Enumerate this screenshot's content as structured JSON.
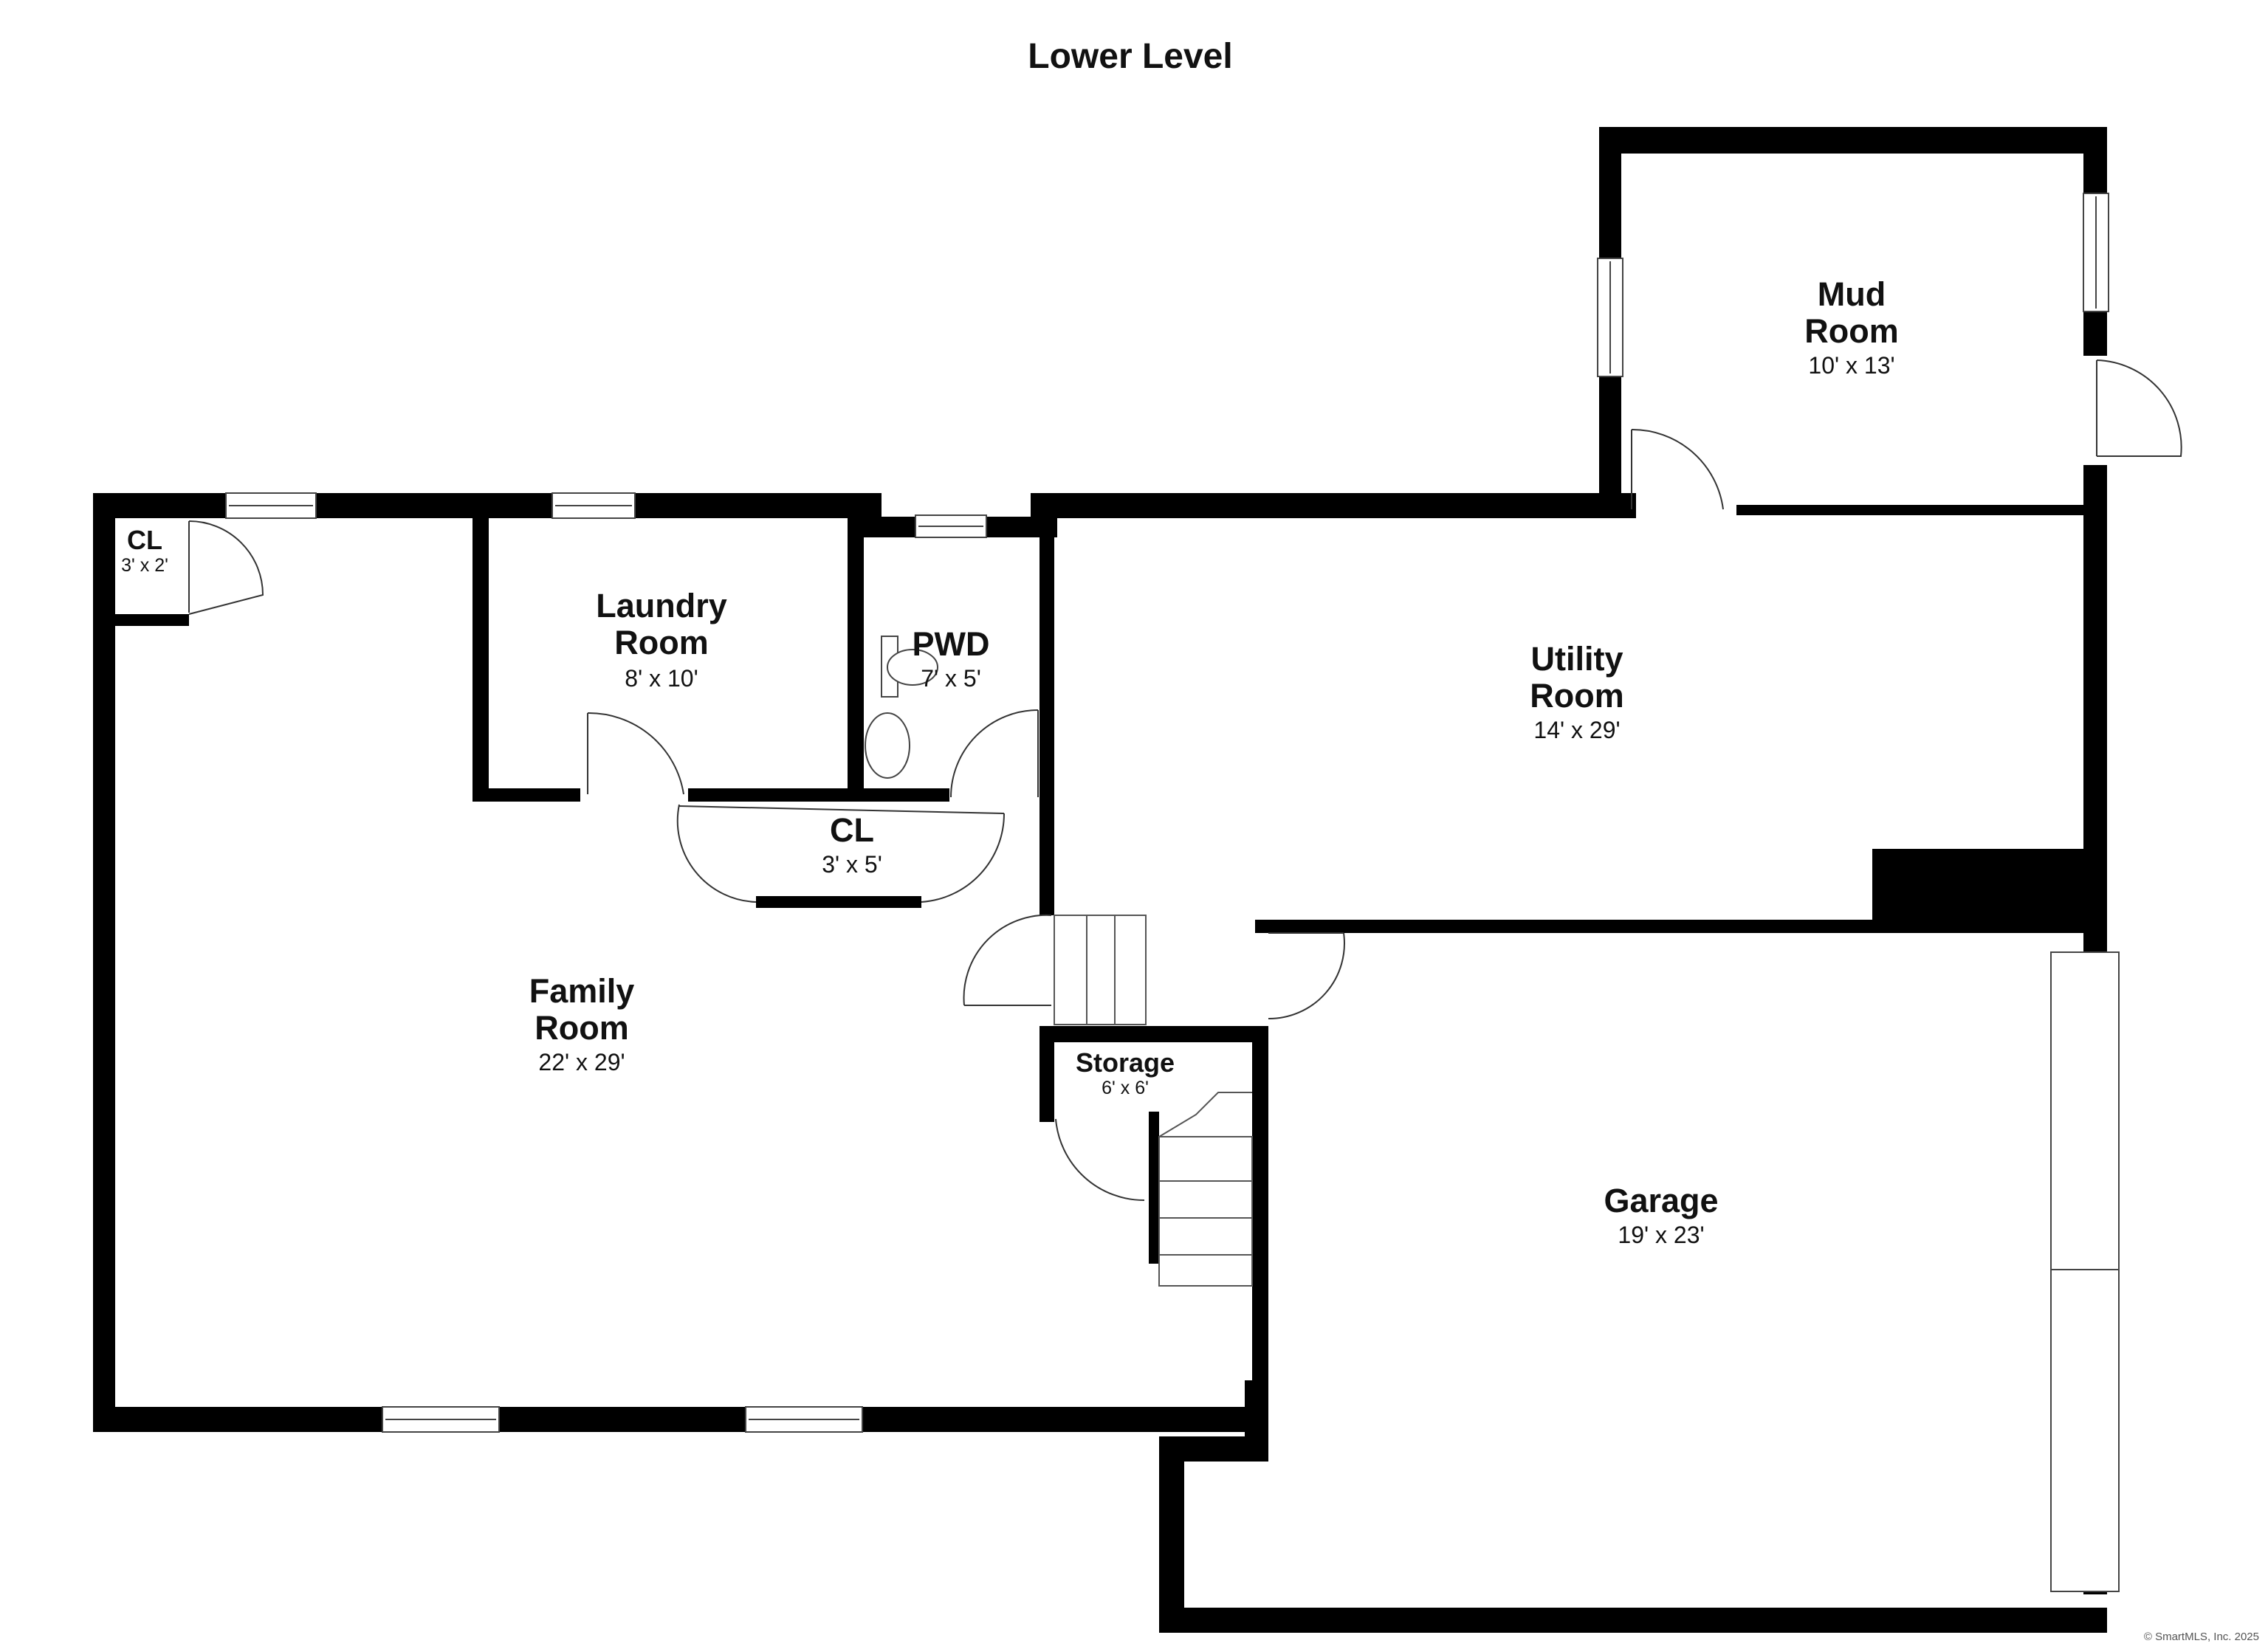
{
  "title": "Lower Level",
  "rooms": {
    "closet_corner": {
      "name": "CL",
      "dims": "3' x 2'"
    },
    "laundry": {
      "name_line1": "Laundry",
      "name_line2": "Room",
      "dims": "8' x 10'"
    },
    "pwd": {
      "name": "PWD",
      "dims": "7' x 5'"
    },
    "closet_hall": {
      "name": "CL",
      "dims": "3' x 5'"
    },
    "family": {
      "name_line1": "Family",
      "name_line2": "Room",
      "dims": "22' x 29'"
    },
    "storage": {
      "name": "Storage",
      "dims": "6' x 6'"
    },
    "utility": {
      "name_line1": "Utility",
      "name_line2": "Room",
      "dims": "14' x 29'"
    },
    "mud": {
      "name_line1": "Mud",
      "name_line2": "Room",
      "dims": "10' x 13'"
    },
    "garage": {
      "name": "Garage",
      "dims": "19' x 23'"
    }
  },
  "footer": {
    "copyright": "© SmartMLS, Inc. 2025"
  }
}
